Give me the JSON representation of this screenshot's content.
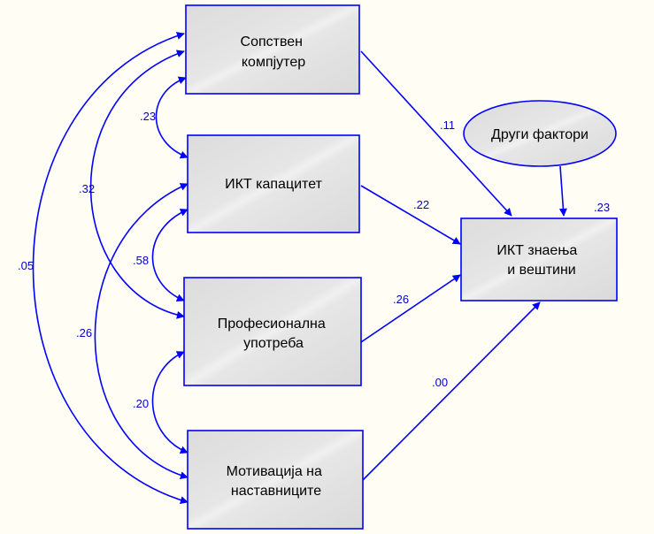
{
  "colors": {
    "background": "#fffdf4",
    "stroke": "#0000ff",
    "box_fill": "#e3e3e3",
    "coef_text": "#0000cc"
  },
  "boxes": {
    "own_computer": [
      "Сопствен",
      "компјутер"
    ],
    "ict_capacity": [
      "ИКТ капацитет"
    ],
    "professional_use": [
      "Професионална",
      "употреба"
    ],
    "teacher_motivation": [
      "Мотивација на",
      "наставниците"
    ],
    "ict_knowledge": [
      "ИКТ знаења",
      "и вештини"
    ]
  },
  "ellipse": {
    "other_factors": "Други фактори"
  },
  "coefficients": {
    "path_own_computer": ".11",
    "path_ict_capacity": ".22",
    "path_professional_use": ".26",
    "path_teacher_motivation": ".00",
    "r_squared": ".23",
    "cov_own_capacity": ".23",
    "cov_own_professional": ".32",
    "cov_own_motivation": ".05",
    "cov_capacity_professional": ".58",
    "cov_capacity_motivation": ".26",
    "cov_professional_motivation": ".20"
  }
}
